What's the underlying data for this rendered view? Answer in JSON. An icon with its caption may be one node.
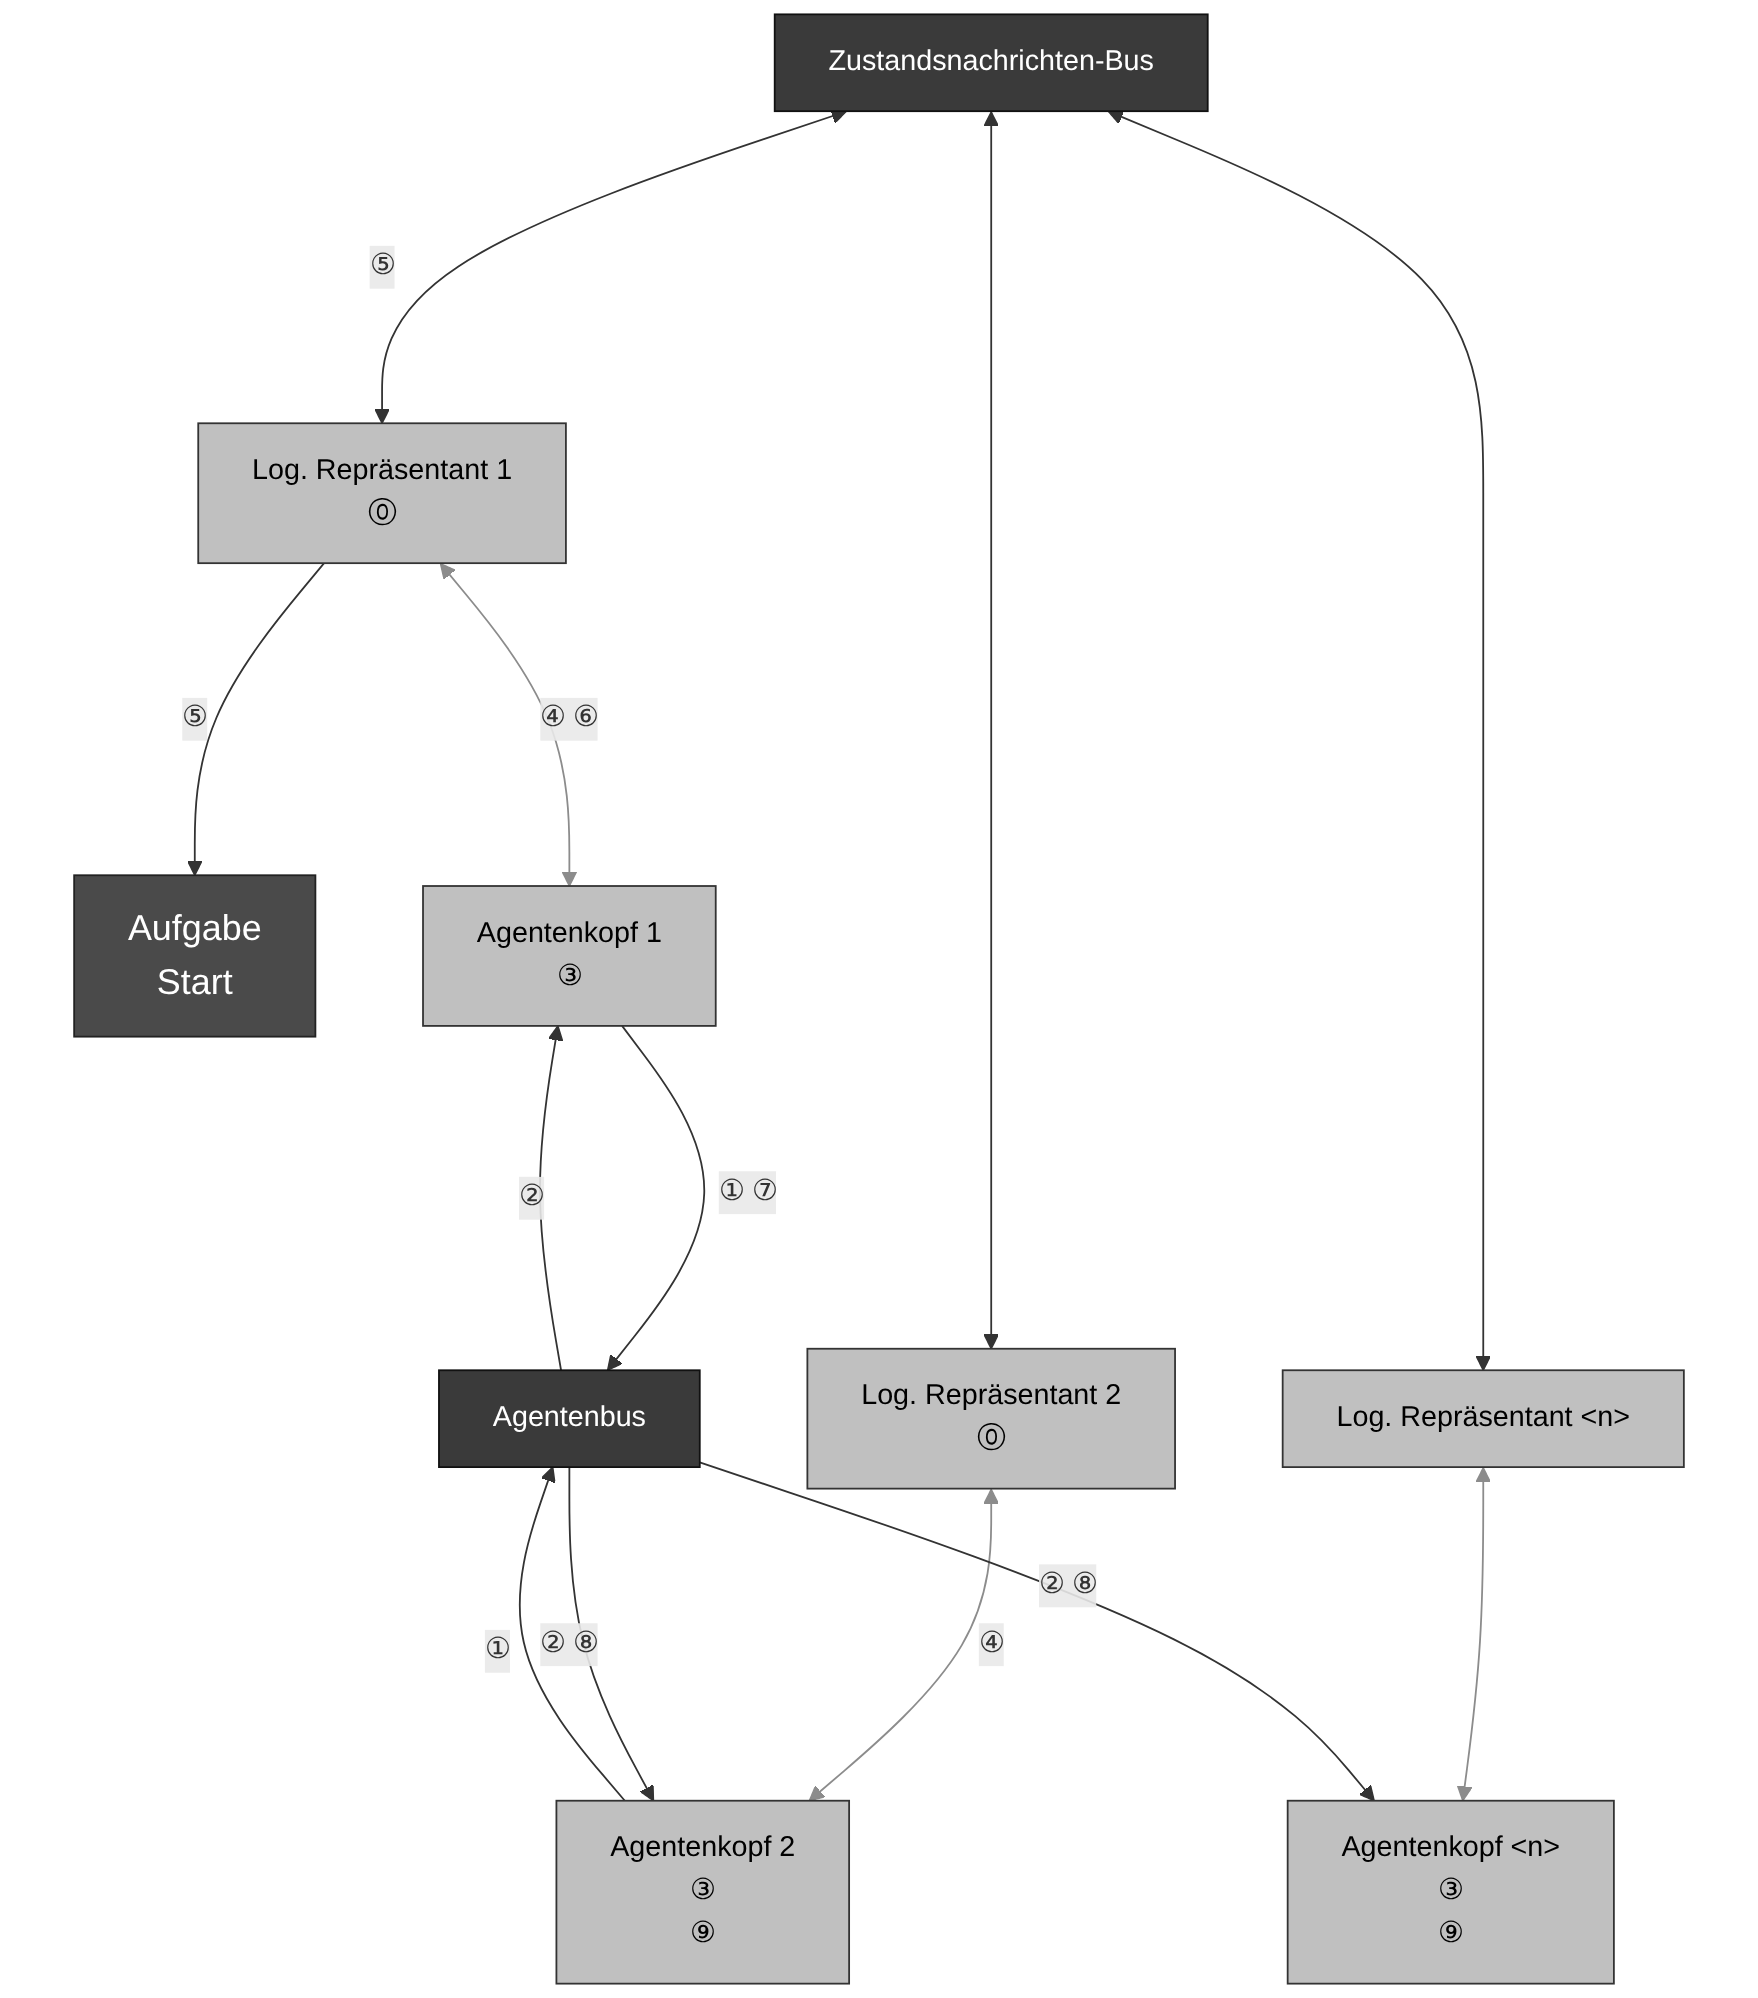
{
  "diagram": {
    "nodes": [
      {
        "text": [
          "Zustandsnachrichten-Bus"
        ]
      },
      {
        "text": [
          "Aufgabe",
          "Start"
        ]
      },
      {
        "text": [
          "Agentenbus"
        ]
      },
      {
        "text": [
          "Log. Repräsentant 1",
          "⓪"
        ]
      },
      {
        "text": [
          "Agentenkopf 1",
          "③"
        ]
      },
      {
        "text": [
          "Log. Repräsentant 2",
          "⓪"
        ]
      },
      {
        "text": [
          "Agentenkopf 2",
          "③",
          "⑨"
        ]
      },
      {
        "text": [
          "Log. Repräsentant <n>"
        ]
      },
      {
        "text": [
          "Agentenkopf <n>",
          "③",
          "⑨"
        ]
      }
    ],
    "edges": [
      {
        "from": 3,
        "to": 1,
        "arrow": "to",
        "label": "⑤"
      },
      {
        "from": 0,
        "to": 3,
        "arrow": "both",
        "label": "⑤"
      },
      {
        "from": 3,
        "to": 4,
        "arrow": "both",
        "label": "④ ⑥",
        "color": "#8c8c8c"
      },
      {
        "from": 0,
        "to": 5,
        "arrow": "both"
      },
      {
        "from": 5,
        "to": 6,
        "arrow": "both",
        "label": "④",
        "color": "#8c8c8c"
      },
      {
        "from": 0,
        "to": 7,
        "arrow": "both"
      },
      {
        "from": 7,
        "to": 8,
        "arrow": "both",
        "color": "#8c8c8c"
      },
      {
        "from": 2,
        "to": 4,
        "arrow": "to",
        "label": "②"
      },
      {
        "from": 4,
        "to": 2,
        "arrow": "to",
        "label": "① ⑦"
      },
      {
        "from": 2,
        "to": 6,
        "arrow": "to",
        "label": "② ⑧"
      },
      {
        "from": 6,
        "to": 2,
        "arrow": "to",
        "label": "①"
      },
      {
        "from": 2,
        "to": 8,
        "arrow": "to",
        "label": "② ⑧"
      }
    ]
  }
}
